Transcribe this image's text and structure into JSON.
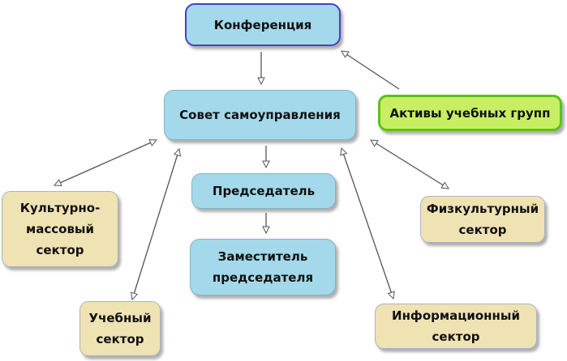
{
  "nodes": {
    "conference": "Конференция",
    "council": "Совет самоуправления",
    "group_assets": "Активы учебных групп",
    "chairman": "Председатель",
    "deputy": [
      "Заместитель",
      "председателя"
    ],
    "cultural": [
      "Культурно-",
      "массовый",
      "сектор"
    ],
    "study": [
      "Учебный",
      "сектор"
    ],
    "sport": [
      "Физкультурный",
      "сектор"
    ],
    "info": [
      "Информационный",
      "сектор"
    ]
  },
  "colors": {
    "box_blue": "#a3d9ea",
    "box_sand": "#efe2b3",
    "box_green": "#c8ee64",
    "green_border": "#5cc21a",
    "conference_border": "#4a3ec7",
    "arrow": "#555555"
  }
}
